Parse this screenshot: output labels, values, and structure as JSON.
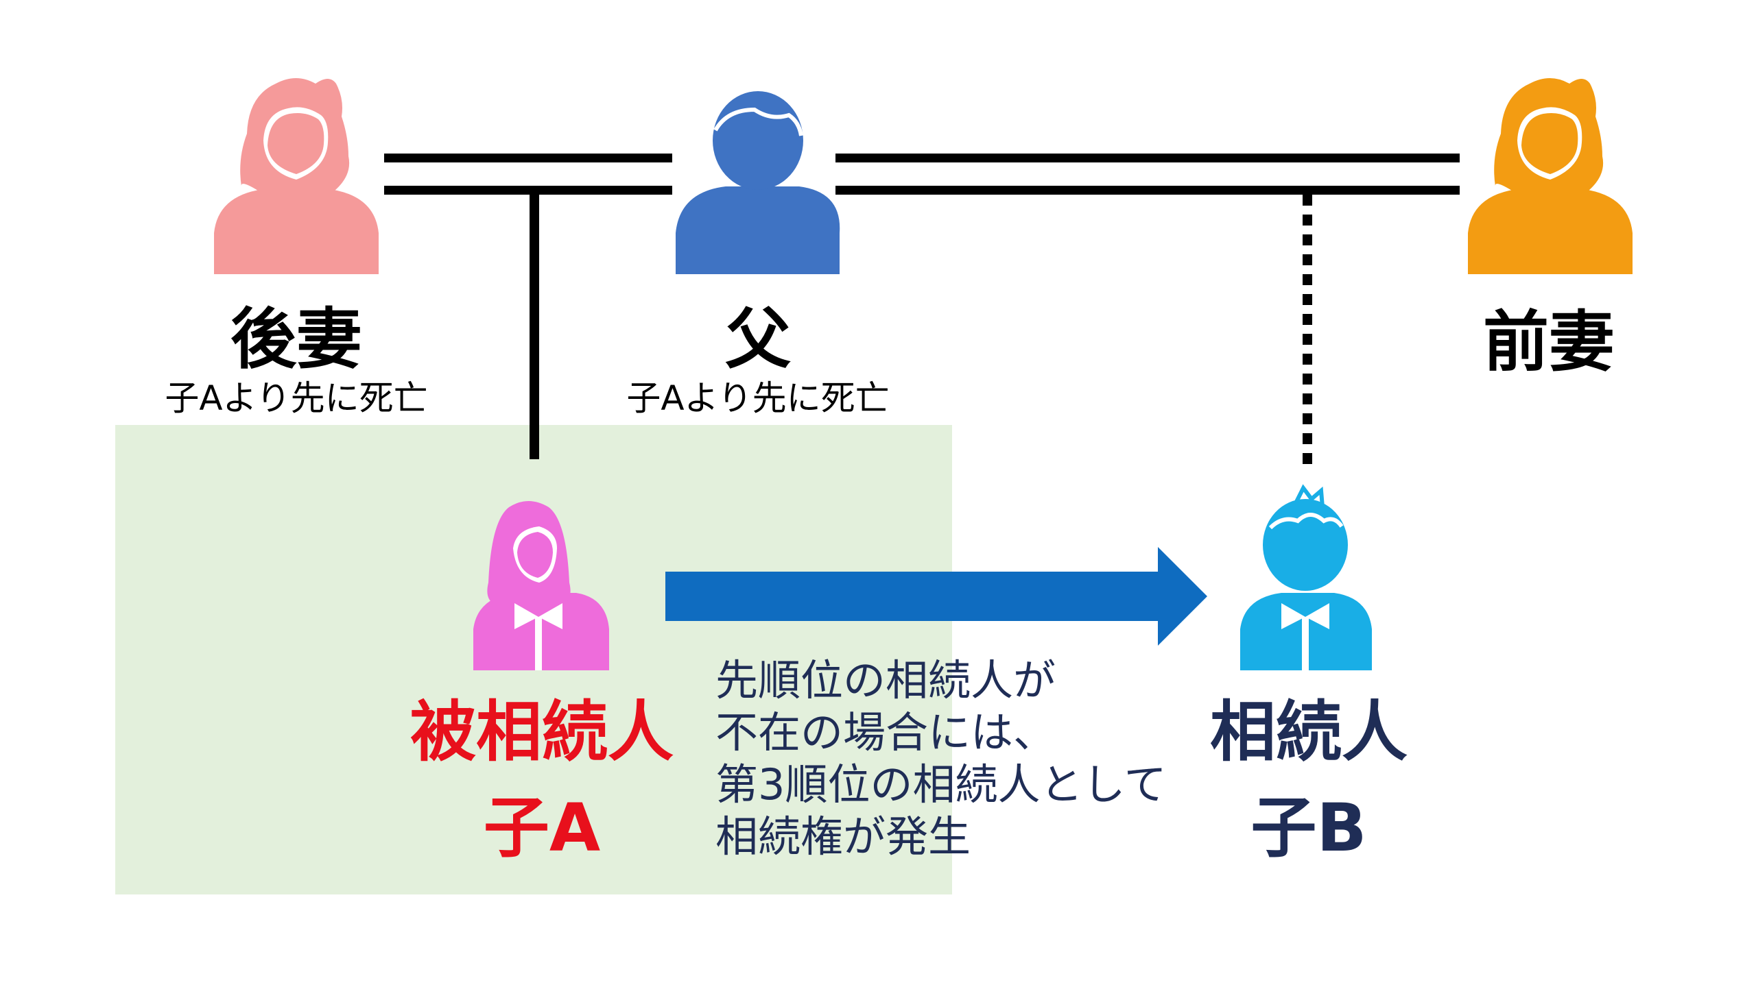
{
  "people": {
    "second_wife": {
      "name": "後妻",
      "note": "子Aより先に死亡"
    },
    "father": {
      "name": "父",
      "note": "子Aより先に死亡"
    },
    "former_wife": {
      "name": "前妻"
    },
    "child_a": {
      "role": "被相続人",
      "name": "子A"
    },
    "child_b": {
      "role": "相続人",
      "name": "子B"
    }
  },
  "explanation": {
    "lines": [
      "先順位の相続人が",
      "不在の場合には、",
      "第3順位の相続人として",
      "相続権が発生"
    ]
  },
  "colors": {
    "second_wife": "#f59a9a",
    "father": "#3f73c3",
    "former_wife": "#f39c12",
    "child_a": "#ee6cdb",
    "child_b": "#19aee6",
    "arrow": "#0f6cc0",
    "highlight": "#e3f0dc",
    "text_red": "#e8101c",
    "text_navy": "#1f2d56"
  }
}
